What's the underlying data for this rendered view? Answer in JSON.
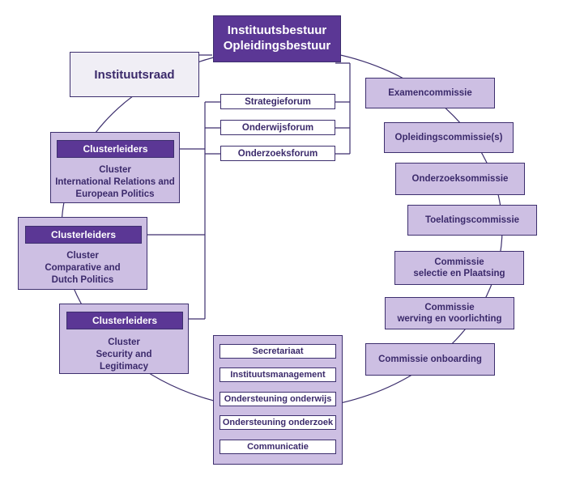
{
  "top": {
    "line1": "Instituutsbestuur",
    "line2": "Opleidingsbestuur"
  },
  "raad": "Instituutsraad",
  "forums": [
    "Strategieforum",
    "Onderwijsforum",
    "Onderzoeksforum"
  ],
  "clusters": [
    {
      "head": "Clusterleiders",
      "lines": [
        "Cluster",
        "International Relations and",
        "European Politics"
      ]
    },
    {
      "head": "Clusterleiders",
      "lines": [
        "Cluster",
        "Comparative and",
        "Dutch Politics"
      ]
    },
    {
      "head": "Clusterleiders",
      "lines": [
        "Cluster",
        "Security and",
        "Legitimacy"
      ]
    }
  ],
  "commissies": [
    [
      "Examencommissie"
    ],
    [
      "Opleidingscommissie(s)"
    ],
    [
      "Onderzoeksommissie"
    ],
    [
      "Toelatingscommissie"
    ],
    [
      "Commissie",
      "selectie en Plaatsing"
    ],
    [
      "Commissie",
      "werving en voorlichting"
    ],
    [
      "Commissie onboarding"
    ]
  ],
  "services": [
    "Secretariaat",
    "Instituutsmanagement",
    "Ondersteuning onderwijs",
    "Ondersteuning onderzoek",
    "Communicatie"
  ],
  "colors": {
    "dark_purple": "#5b3795",
    "light_purple": "#cdbfe3",
    "border": "#3d2f6e",
    "pale": "#f0eef5"
  }
}
